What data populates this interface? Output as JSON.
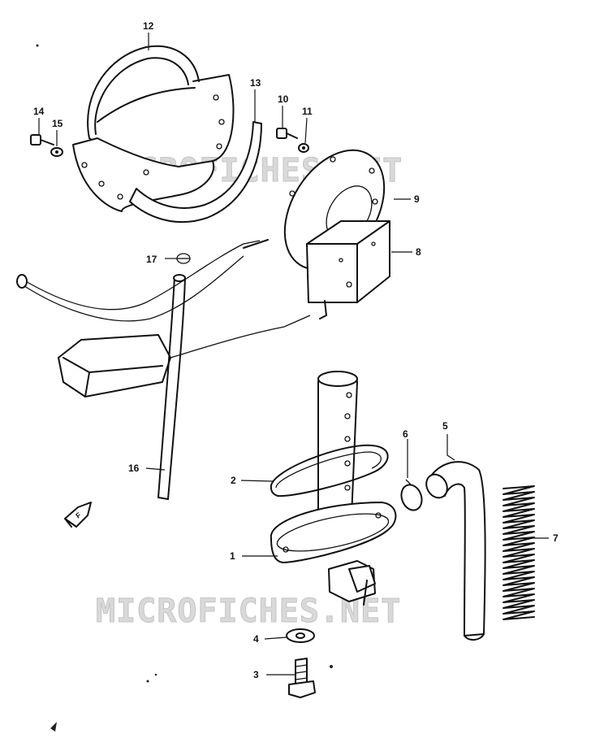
{
  "watermarks": [
    "MICROFICHES.NET",
    "MICROFICHES.NET"
  ],
  "callouts": [
    "1",
    "2",
    "3",
    "4",
    "5",
    "6",
    "7",
    "8",
    "9",
    "10",
    "11",
    "12",
    "13",
    "14",
    "15",
    "16",
    "17"
  ],
  "front_marker": "F"
}
